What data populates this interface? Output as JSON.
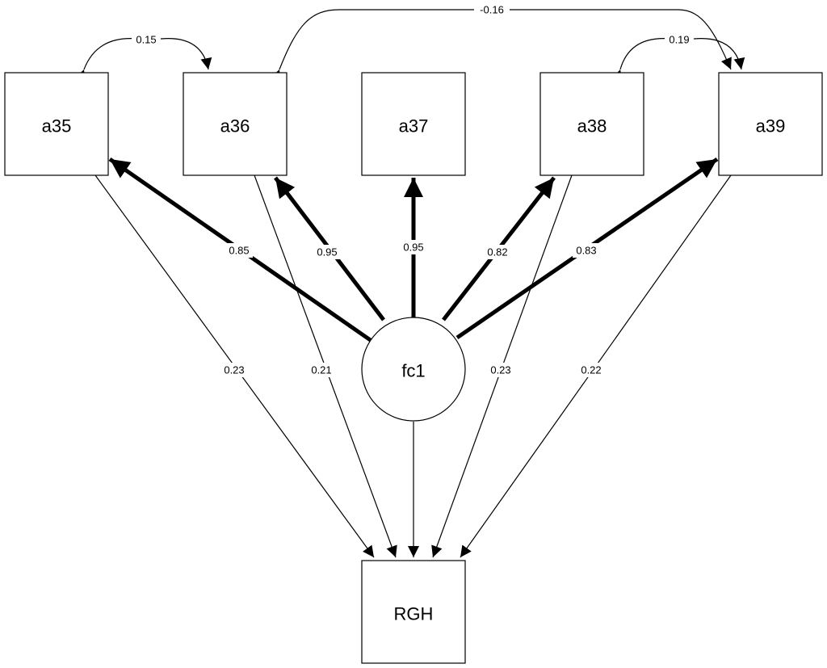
{
  "diagram": {
    "nodes": {
      "a35": "a35",
      "a36": "a36",
      "a37": "a37",
      "a38": "a38",
      "a39": "a39",
      "fc1": "fc1",
      "rgh": "RGH"
    },
    "loadings": {
      "a35": "0.85",
      "a36": "0.95",
      "a37": "0.95",
      "a38": "0.82",
      "a39": "0.83"
    },
    "regressions": {
      "a35": "0.23",
      "a36": "0.21",
      "a38": "0.23",
      "a39": "0.22"
    },
    "covariances": {
      "a35_a36": "0.15",
      "a36_a39": "-0.16",
      "a38_a39": "0.19"
    }
  }
}
